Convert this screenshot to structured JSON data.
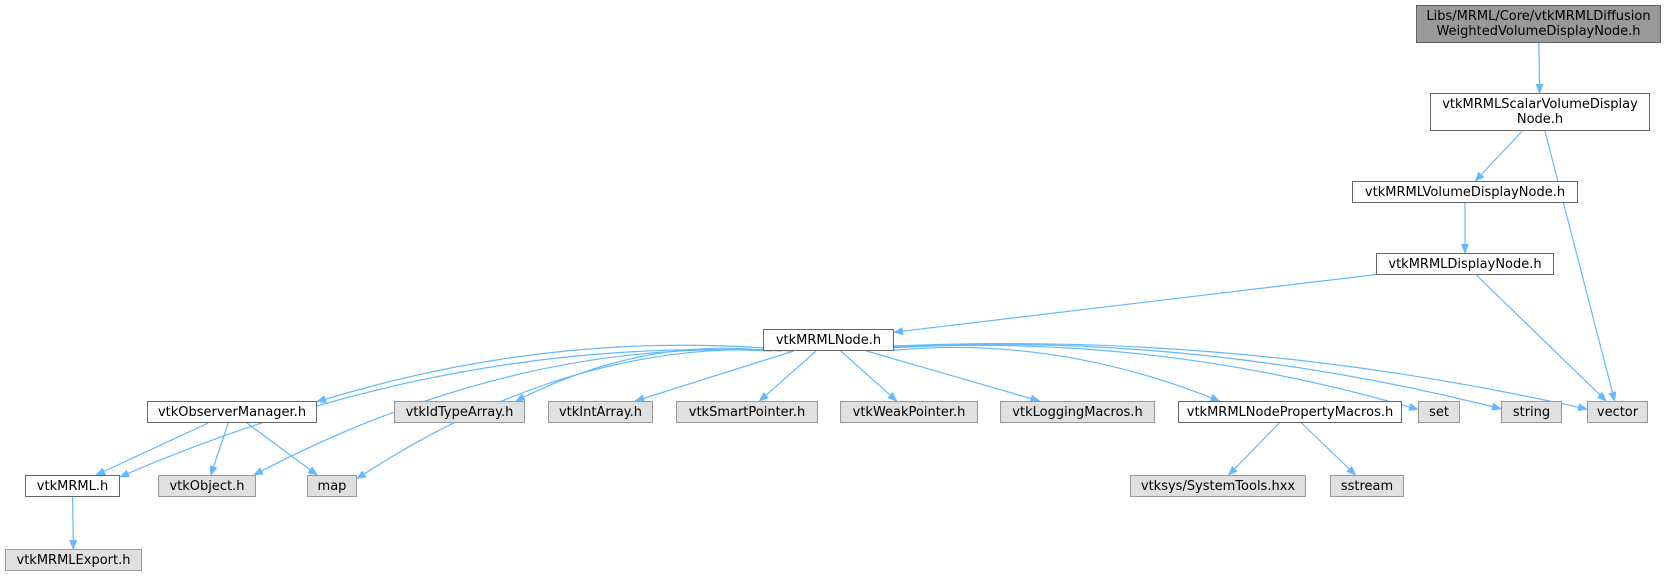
{
  "graph": {
    "edge_color": "#63b8ff",
    "colors": {
      "root_fill": "#999999",
      "local_fill": "#ffffff",
      "system_fill": "#e0e0e0",
      "border": "#666666",
      "system_border": "#999999"
    },
    "nodes": [
      {
        "id": "dwvdn",
        "label": "Libs/MRML/Core/vtkMRMLDiffusion\nWeightedVolumeDisplayNode.h",
        "kind": "root"
      },
      {
        "id": "svdn",
        "label": "vtkMRMLScalarVolumeDisplay\nNode.h",
        "kind": "local"
      },
      {
        "id": "vdn",
        "label": "vtkMRMLVolumeDisplayNode.h",
        "kind": "local"
      },
      {
        "id": "dn",
        "label": "vtkMRMLDisplayNode.h",
        "kind": "local"
      },
      {
        "id": "node",
        "label": "vtkMRMLNode.h",
        "kind": "local"
      },
      {
        "id": "obsmgr",
        "label": "vtkObserverManager.h",
        "kind": "local"
      },
      {
        "id": "idtype",
        "label": "vtkIdTypeArray.h",
        "kind": "system"
      },
      {
        "id": "intarr",
        "label": "vtkIntArray.h",
        "kind": "system"
      },
      {
        "id": "smartp",
        "label": "vtkSmartPointer.h",
        "kind": "system"
      },
      {
        "id": "weakp",
        "label": "vtkWeakPointer.h",
        "kind": "system"
      },
      {
        "id": "logm",
        "label": "vtkLoggingMacros.h",
        "kind": "system"
      },
      {
        "id": "propm",
        "label": "vtkMRMLNodePropertyMacros.h",
        "kind": "local"
      },
      {
        "id": "set",
        "label": "set",
        "kind": "system"
      },
      {
        "id": "string",
        "label": "string",
        "kind": "system"
      },
      {
        "id": "vector",
        "label": "vector",
        "kind": "system"
      },
      {
        "id": "mrml",
        "label": "vtkMRML.h",
        "kind": "local"
      },
      {
        "id": "object",
        "label": "vtkObject.h",
        "kind": "system"
      },
      {
        "id": "map",
        "label": "map",
        "kind": "system"
      },
      {
        "id": "systools",
        "label": "vtksys/SystemTools.hxx",
        "kind": "system"
      },
      {
        "id": "sstream",
        "label": "sstream",
        "kind": "system"
      },
      {
        "id": "export",
        "label": "vtkMRMLExport.h",
        "kind": "system"
      }
    ],
    "edges": [
      [
        "dwvdn",
        "svdn"
      ],
      [
        "svdn",
        "vdn"
      ],
      [
        "svdn",
        "vector"
      ],
      [
        "vdn",
        "dn"
      ],
      [
        "dn",
        "node"
      ],
      [
        "dn",
        "vector"
      ],
      [
        "node",
        "mrml"
      ],
      [
        "node",
        "object"
      ],
      [
        "node",
        "map"
      ],
      [
        "node",
        "obsmgr"
      ],
      [
        "node",
        "idtype"
      ],
      [
        "node",
        "intarr"
      ],
      [
        "node",
        "smartp"
      ],
      [
        "node",
        "weakp"
      ],
      [
        "node",
        "logm"
      ],
      [
        "node",
        "propm"
      ],
      [
        "node",
        "set"
      ],
      [
        "node",
        "string"
      ],
      [
        "node",
        "vector"
      ],
      [
        "obsmgr",
        "mrml"
      ],
      [
        "obsmgr",
        "object"
      ],
      [
        "obsmgr",
        "map"
      ],
      [
        "propm",
        "systools"
      ],
      [
        "propm",
        "sstream"
      ],
      [
        "mrml",
        "export"
      ]
    ]
  }
}
